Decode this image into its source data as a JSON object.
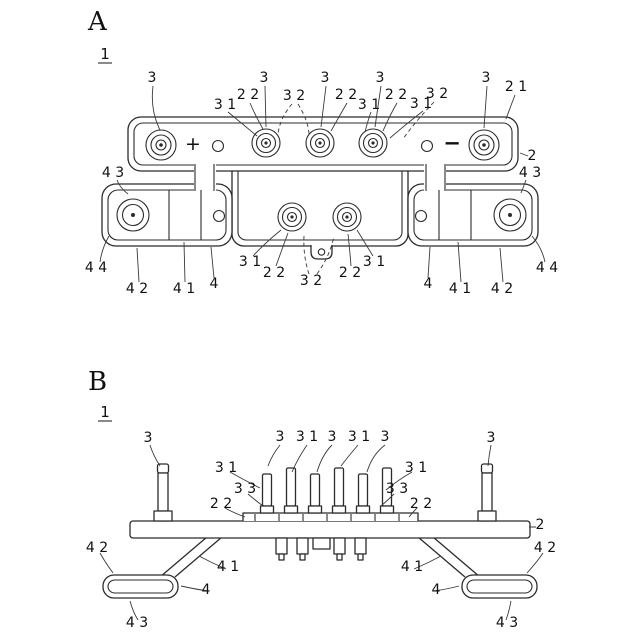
{
  "figure": {
    "colors": {
      "line": "#2b2b2b",
      "background": "#ffffff"
    },
    "viewA": {
      "letter": "A",
      "ref": "1",
      "plus": "+",
      "minus": "−",
      "labels": [
        "3",
        "3 1",
        "2 2",
        "3",
        "3 2",
        "3",
        "2 2",
        "3 1",
        "3",
        "2 2",
        "3 1",
        "3 2",
        "3",
        "2 1",
        "2",
        "4 3",
        "4 3",
        "4 4",
        "4 2",
        "4 1",
        "4",
        "3 1",
        "2 2",
        "3 2",
        "2 2",
        "3 1",
        "4",
        "4 1",
        "4 2",
        "4 4"
      ]
    },
    "viewB": {
      "letter": "B",
      "ref": "1",
      "labels": [
        "3",
        "3",
        "3 1",
        "3",
        "3 1",
        "3",
        "3",
        "3 1",
        "3 1",
        "3 3",
        "3 3",
        "2 2",
        "2 2",
        "2",
        "4 2",
        "4 2",
        "4 1",
        "4 1",
        "4",
        "4",
        "4 3",
        "4 3"
      ]
    }
  }
}
